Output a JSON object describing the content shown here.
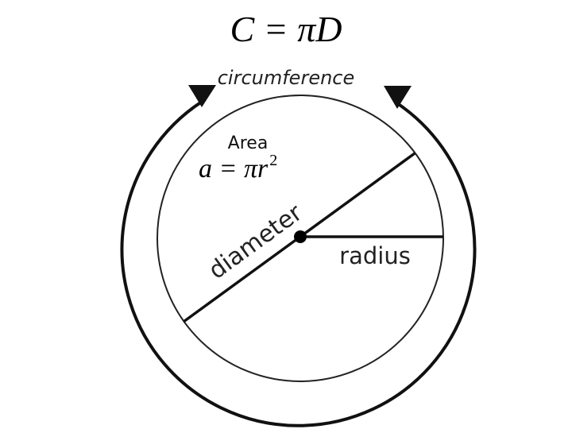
{
  "title_formula": "C = πD",
  "labels": {
    "circumference": "circumference",
    "area_label": "Area",
    "area_formula_a": "a = πr",
    "area_formula_exp": "2",
    "diameter": "diameter",
    "radius": "radius"
  }
}
